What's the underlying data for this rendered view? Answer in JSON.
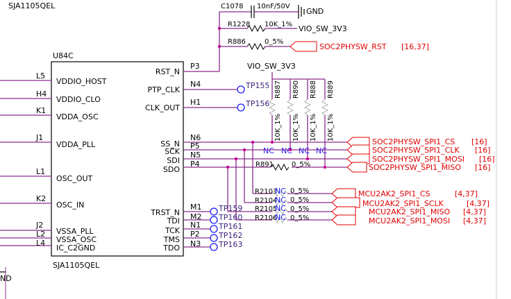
{
  "header": {
    "part_top": "SJA1105QEL"
  },
  "ic": {
    "ref": "U84C",
    "part_bottom": "SJA1105QEL",
    "left_pins": [
      {
        "num": "L5",
        "name": "VDDIO_HOST"
      },
      {
        "num": "H4",
        "name": "VDDIO_CLO"
      },
      {
        "num": "K1",
        "name": "VDDA_OSC"
      },
      {
        "num": "J1",
        "name": "VDDA_PLL"
      },
      {
        "num": "L1",
        "name": "OSC_OUT"
      },
      {
        "num": "K2",
        "name": "OSC_IN"
      },
      {
        "num": "J2",
        "name": "VSSA_PLL"
      },
      {
        "num": "L2",
        "name": "VSSA_OSC"
      },
      {
        "num": "L4",
        "name": "IC_C2GND"
      }
    ],
    "right_pins": [
      {
        "num": "P3",
        "name": "RST_N"
      },
      {
        "num": "N4",
        "name": "PTP_CLK"
      },
      {
        "num": "H1",
        "name": "CLK_OUT"
      },
      {
        "num": "N6",
        "name": "SS_N"
      },
      {
        "num": "P5",
        "name": "SCK"
      },
      {
        "num": "N5",
        "name": "SDI"
      },
      {
        "num": "P4",
        "name": "SDO"
      },
      {
        "num": "M1",
        "name": "TRST_N"
      },
      {
        "num": "M2",
        "name": "TDI"
      },
      {
        "num": "N1",
        "name": "TCK"
      },
      {
        "num": "P2",
        "name": "TMS"
      },
      {
        "num": "N3",
        "name": "TDO"
      }
    ]
  },
  "top_parts": {
    "cap_ref": "C1078",
    "cap_value": "10nF/50V",
    "gnd": "GND",
    "r1228_ref": "R1228",
    "r1228_value": "10K_1%",
    "r1228_net": "VIO_SW_3V3",
    "r886_ref": "R886",
    "r886_value": "0_5%",
    "rst_net": "SOC2PHYSW_RST",
    "rst_sheets": "[16,37]"
  },
  "pullups": {
    "rail": "VIO_SW_3V3",
    "resistors": [
      {
        "ref": "R887",
        "value": "10K_1%",
        "nc": "NC"
      },
      {
        "ref": "R890",
        "value": "10K_1%",
        "nc": "NC"
      },
      {
        "ref": "R888",
        "value": "10K_1%",
        "nc": "NC"
      },
      {
        "ref": "R889",
        "value": "10K_1%",
        "nc": "NC"
      }
    ]
  },
  "test_points": [
    "TP155",
    "TP156",
    "TP159",
    "TP160",
    "TP161",
    "TP162",
    "TP163"
  ],
  "soc_spi": [
    {
      "net": "SOC2PHYSW_SPI1_CS",
      "sheet": "[16]"
    },
    {
      "net": "SOC2PHYSW_SPI1_CLK",
      "sheet": "[16]"
    },
    {
      "net": "SOC2PHYSW_SPI1_MOSI",
      "sheet": "[16]"
    },
    {
      "net": "SOC2PHYSW_SPI1_MISO",
      "sheet": "[16]"
    }
  ],
  "r891": {
    "ref": "R891",
    "value": "0_5%"
  },
  "mcu_spi": [
    {
      "ref": "R2103",
      "nc": "NC",
      "value": "0_5%",
      "net": "MCU2AK2_SPI1_CS",
      "sheets": "[4,37]"
    },
    {
      "ref": "R2104",
      "nc": "NC",
      "value": "0_5%",
      "net": "MCU2AK2_SPI1_SCLK",
      "sheets": "[4,37]"
    },
    {
      "ref": "R2105",
      "nc": "NC",
      "value": "0_5%",
      "net": "MCU2AK2_SPI1_MISO",
      "sheets": "[4,37]"
    },
    {
      "ref": "R2106",
      "nc": "NC",
      "value": "0_5%",
      "net": "MCU2AK2_SPI1_MOSI",
      "sheets": "[4,37]"
    }
  ],
  "bottom_left": {
    "gnd_fragment": "ND"
  }
}
